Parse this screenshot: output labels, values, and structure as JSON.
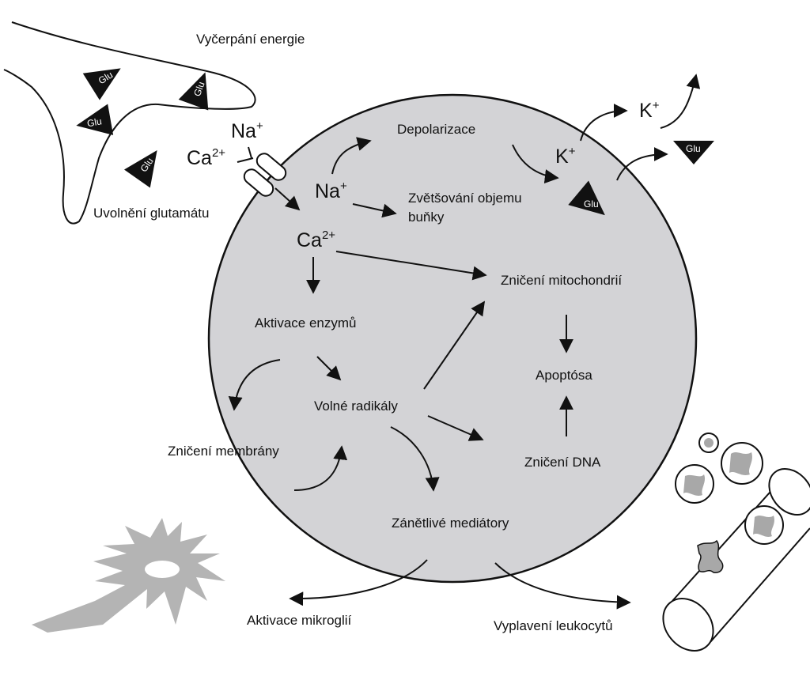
{
  "labels": {
    "energy_depletion": "Vyčerpání energie",
    "glutamate_release": "Uvolnění glutamátu",
    "depolarization": "Depolarizace",
    "cell_swelling_line1": "Zvětšování objemu",
    "cell_swelling_line2": "buňky",
    "enzyme_activation": "Aktivace enzymů",
    "mitochondria_damage": "Zničení mitochondrií",
    "apoptosis": "Apoptósa",
    "free_radicals": "Volné radikály",
    "membrane_damage": "Zničení membrány",
    "dna_damage": "Zničení DNA",
    "inflammatory_mediators": "Zánětlivé mediátory",
    "microglia_activation": "Aktivace mikroglií",
    "leukocyte_release": "Vyplavení leukocytů"
  },
  "ions": {
    "sodium": "Na",
    "calcium": "Ca",
    "potassium": "K",
    "na_charge": "+",
    "ca_charge": "2+",
    "k_charge": "+"
  },
  "glutamate_label": "Glu",
  "colors": {
    "cell_fill": "#d3d3d6",
    "stroke": "#111111",
    "microglia": "#b4b4b4",
    "leukocyte_inner": "#a8a8a8"
  }
}
